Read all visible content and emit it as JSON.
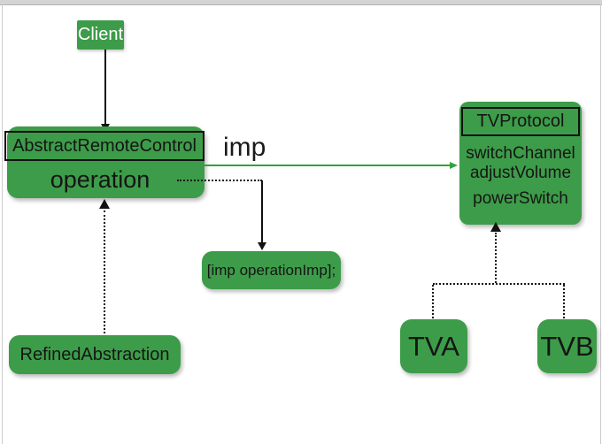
{
  "chrome": {
    "top_bar_color": "#d4d4d4",
    "edge_border_color": "#cbcbcb"
  },
  "diagram": {
    "colors": {
      "box_green": "#3d9c49",
      "connector_green": "#2fa33e",
      "connector_black": "#111111",
      "client_text": "#ffffff",
      "node_text": "#151515"
    },
    "client": {
      "label": "Client"
    },
    "abstraction": {
      "title": "AbstractRemoteControl",
      "operation_label": "operation"
    },
    "imp_connector_label": "imp",
    "implementor": {
      "title": "TVProtocol",
      "methods": [
        "switchChannel",
        "adjustVolume",
        "powerSwitch"
      ]
    },
    "impl_statement": "[imp operationImp];",
    "refined_abstraction": {
      "label": "RefinedAbstraction"
    },
    "concrete_implementors": [
      {
        "label": "TVA"
      },
      {
        "label": "TVB"
      }
    ]
  }
}
